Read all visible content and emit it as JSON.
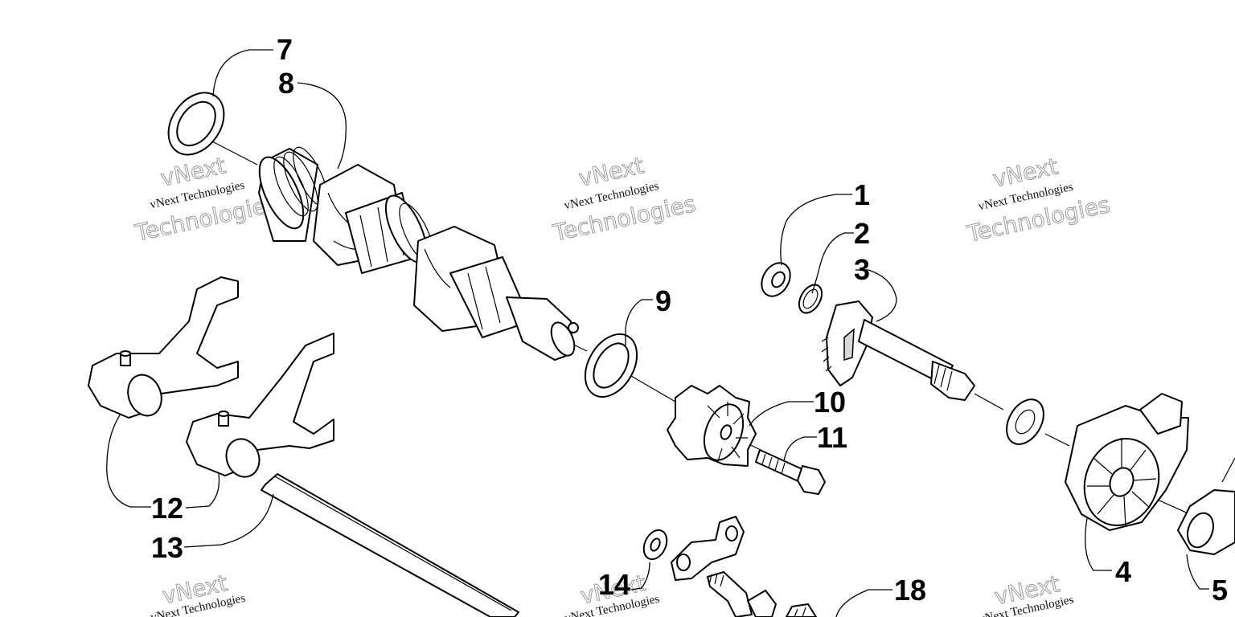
{
  "callouts": {
    "c1": "1",
    "c2": "2",
    "c3": "3",
    "c4": "4",
    "c5": "5",
    "c7": "7",
    "c8": "8",
    "c9": "9",
    "c10": "10",
    "c11": "11",
    "c12": "12",
    "c13": "13",
    "c14": "14",
    "c18": "18"
  },
  "watermark": {
    "line_small": "vNext Technologies",
    "line_big_top": "vNext",
    "line_big_bottom": "Technologies"
  }
}
